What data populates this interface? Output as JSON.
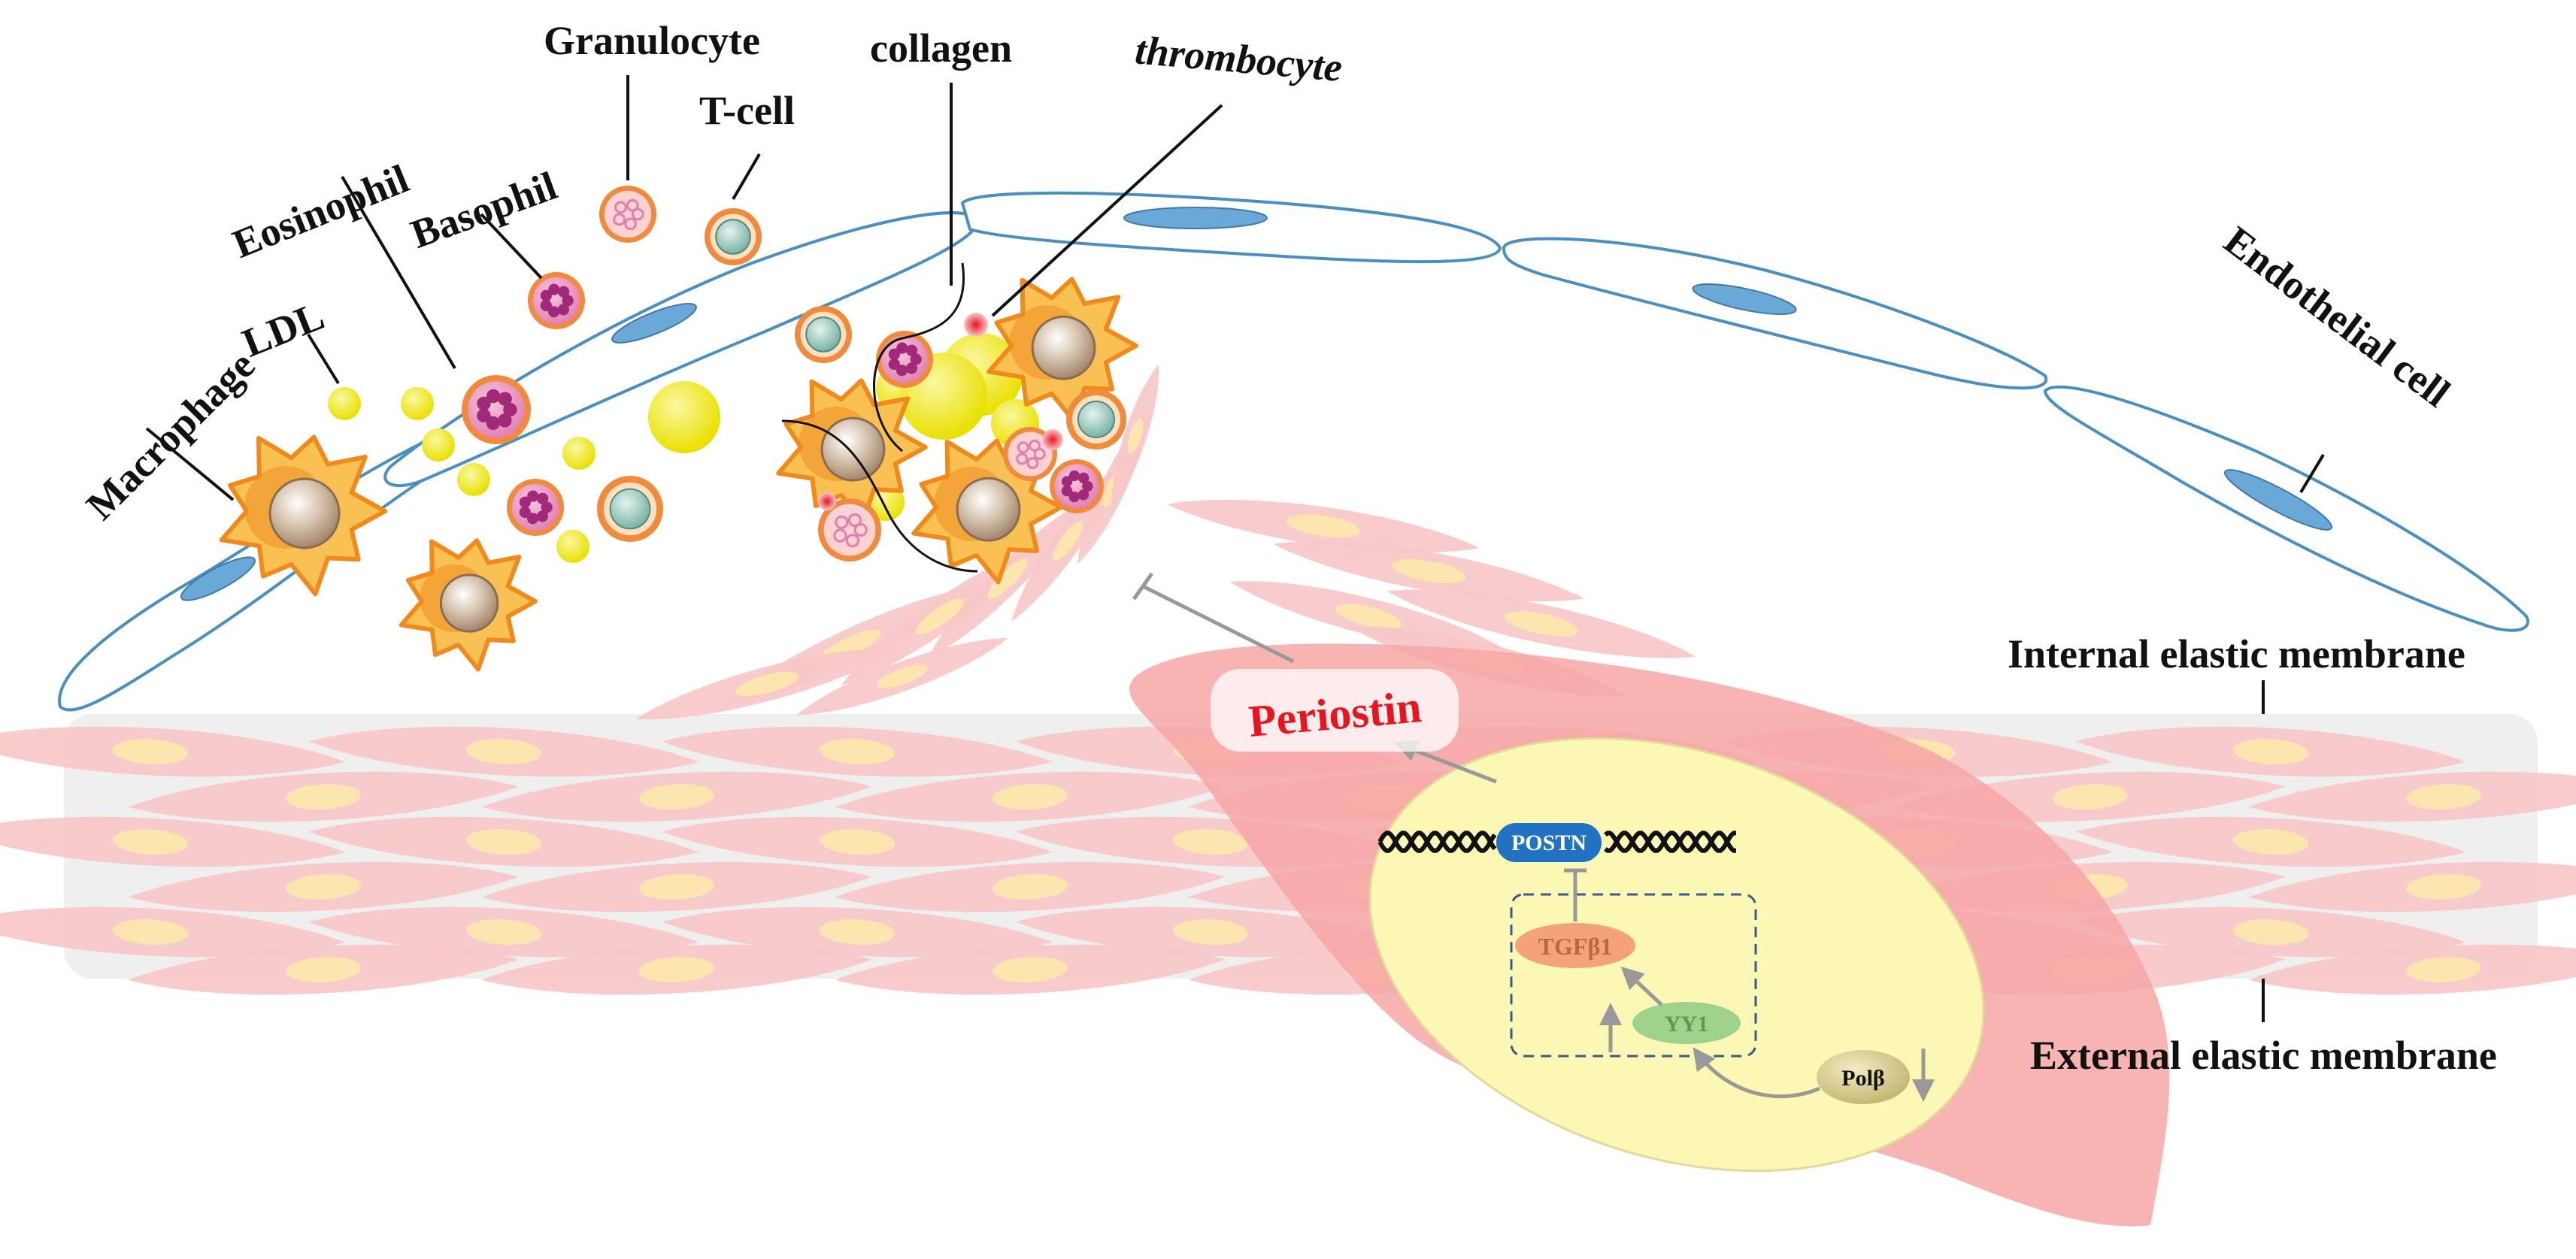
{
  "labels": {
    "granulocyte": "Granulocyte",
    "collagen": "collagen",
    "thrombocyte": "thrombocyte",
    "eosinophil": "Eosinophil",
    "t_cell": "T-cell",
    "basophil": "Basophil",
    "ldl": "LDL",
    "macrophage": "Macrophage",
    "endothelial_cell": "Endothelial cell",
    "internal_elastic_membrane": "Internal elastic membrane",
    "external_elastic_membrane": "External elastic membrane",
    "periostin": "Periostin",
    "postn": "POSTN",
    "tgfb1": "TGFβ1",
    "yy1": "YY1",
    "polb": "Polβ"
  },
  "colors": {
    "endothelium_stroke": "#4a8fc0",
    "endothelium_nucleus": "#6aa8d8",
    "smc_pink": "#f7c6c6",
    "smc_nucleus": "#fde5b0",
    "media_band": "#efefef",
    "macrophage_body": "#f9c154",
    "macrophage_edge": "#f08a1c",
    "macrophage_nucleus": "#b59a80",
    "ldl_yellow": "#f3ee12",
    "cell_orange": "#f08a3c",
    "basophil_purple": "#a0297a",
    "tcell_teal": "#7ab7a8",
    "periostin_red": "#e8141e",
    "postn_blue": "#2272c3",
    "tgfb1_salmon": "#f4a27a",
    "yy1_green": "#9ed28c",
    "polb_tan": "#d6c98a",
    "cell_cytoplasm": "#fbf7b5",
    "large_cell_pink": "#f59a9a"
  }
}
